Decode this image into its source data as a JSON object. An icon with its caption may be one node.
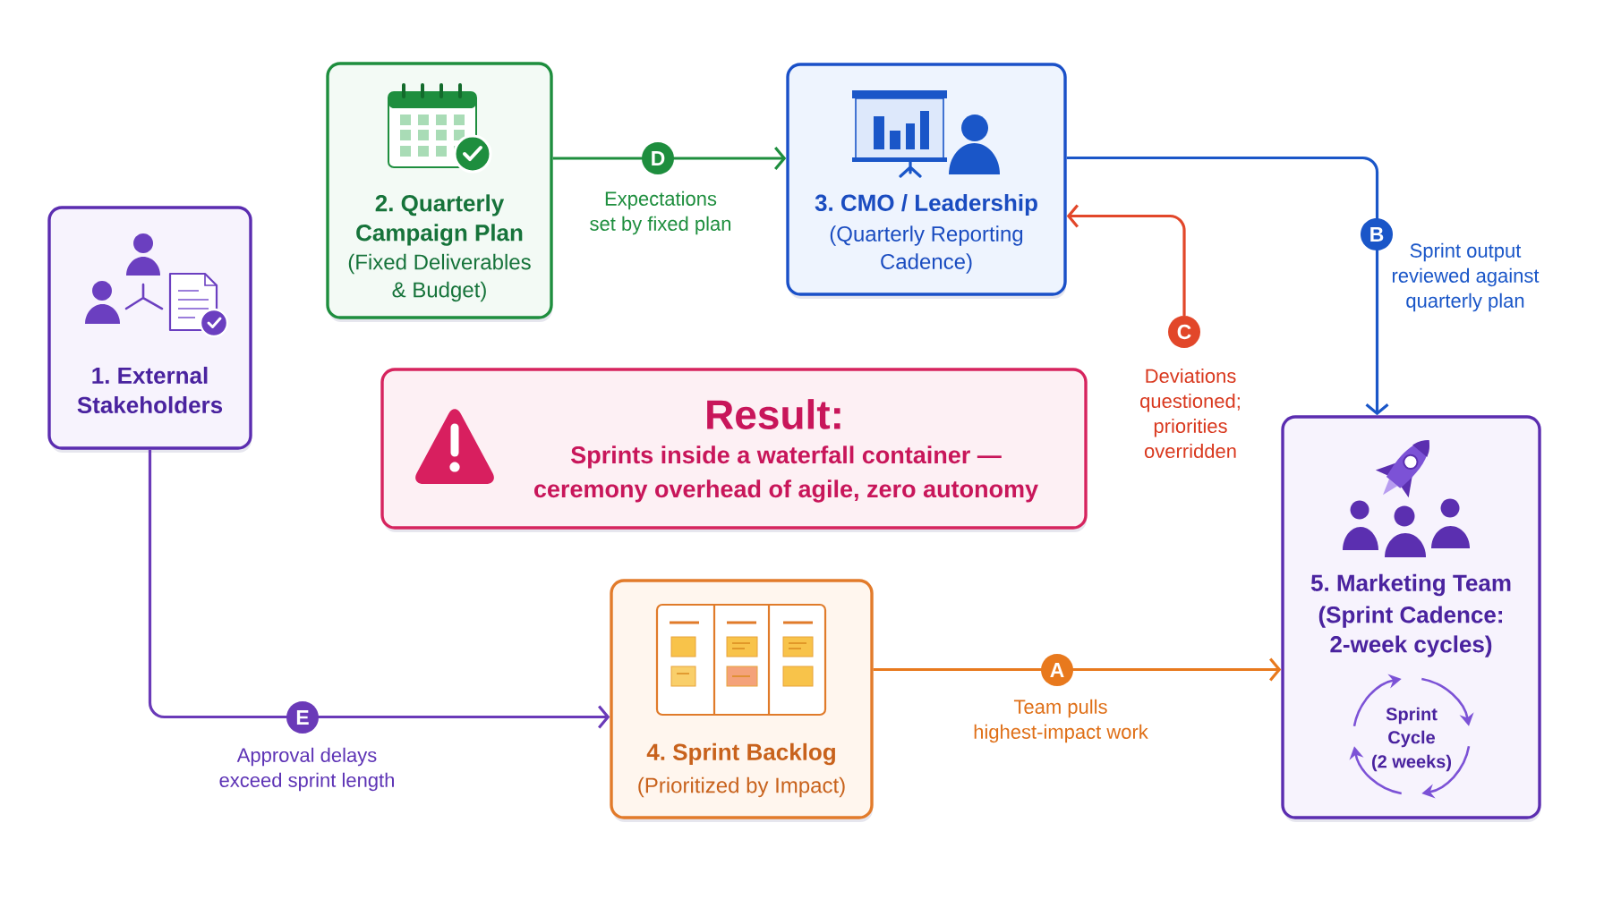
{
  "diagram": {
    "nodes": [
      {
        "text": [
          "1. External Stakeholders"
        ]
      },
      {
        "text": [
          "2. Quarterly Campaign Plan",
          "(Fixed Deliverables & Budget)"
        ]
      },
      {
        "text": [
          "3. CMO / Leadership",
          "(Quarterly Reporting Cadence)"
        ]
      },
      {
        "text": [
          "Result:",
          "Sprints inside a waterfall container — ceremony overhead of agile, zero autonomy"
        ]
      },
      {
        "text": [
          "4. Sprint Backlog",
          "(Prioritized by Impact)"
        ]
      },
      {
        "text": [
          "5. Marketing Team",
          "(Sprint Cadence: 2-week cycles)"
        ]
      },
      {
        "text": [
          "Sprint Cycle",
          "(2 weeks)"
        ],
        "in": 5
      }
    ],
    "edges": [
      {
        "from": 1,
        "to": 2,
        "arrow": "to",
        "label": "D",
        "color": "#1e8e3e"
      },
      {
        "from": 2,
        "to": 5,
        "arrow": "to",
        "label": "B",
        "color": "#1a56c8"
      },
      {
        "from": null,
        "to": 2,
        "arrow": "to",
        "label": "C",
        "color": "#e2472a"
      },
      {
        "from": 4,
        "to": 5,
        "arrow": "to",
        "label": "A",
        "color": "#e8791d"
      },
      {
        "from": 0,
        "to": 4,
        "arrow": "to",
        "label": "E",
        "color": "#6a3ab8"
      }
    ],
    "labels": [
      "Expectations set by fixed plan",
      "Sprint output reviewed against quarterly plan",
      "Deviations questioned; priorities overridden",
      "Team pulls highest-impact work",
      "Approval delays exceed sprint length"
    ]
  }
}
